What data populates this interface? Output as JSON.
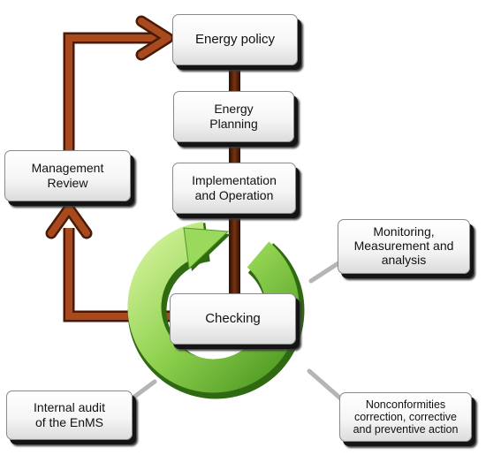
{
  "boxes": {
    "energy_policy": "Energy policy",
    "energy_planning": "Energy\nPlanning",
    "implementation": "Implementation\nand Operation",
    "checking": "Checking",
    "management_review": "Management\nReview",
    "monitoring": "Monitoring,\nMeasurement and\nanalysis",
    "internal_audit": "Internal audit\nof the EnMS",
    "nonconformities": "Nonconformities\ncorrection, corrective\nand preventive action"
  },
  "colors": {
    "arrow_brown": "#a84a1e",
    "arrow_brown_dark": "#4a1a08",
    "cycle_green": "#8fd14f",
    "cycle_green_dark": "#3f8a1c",
    "connector_gray": "#b5b5b5"
  }
}
